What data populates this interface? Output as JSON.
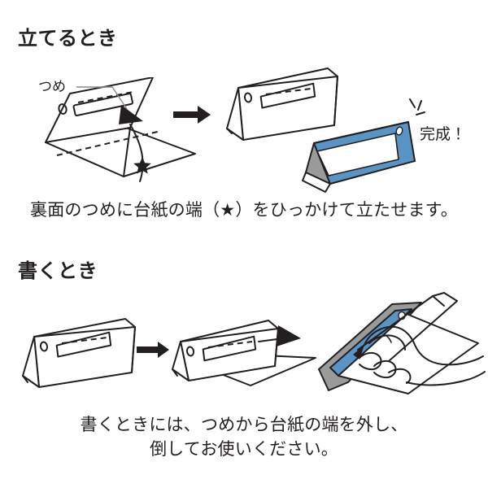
{
  "document": {
    "kind": "instruction-sheet",
    "language": "ja",
    "background_color": "#ffffff",
    "ink_color": "#231f20"
  },
  "sections": [
    {
      "id": "standing",
      "title": "立てるとき",
      "caption": "裏面のつめに台紙の端（★）をひっかけて立たせます。",
      "annotations": {
        "tab_label": "つめ",
        "star_marker": "★",
        "done_label": "完成！"
      },
      "steps": [
        {
          "name": "step-fold-open",
          "description": "開いた台紙のつめに端をひっかける"
        },
        {
          "name": "step-arrow",
          "description": "→"
        },
        {
          "name": "step-standing-white",
          "description": "立った状態の台紙"
        },
        {
          "name": "step-finished-blue",
          "description": "完成した青いカードスタンド"
        }
      ]
    },
    {
      "id": "writing",
      "title": "書くとき",
      "caption_lines": [
        "書くときには、つめから台紙の端を外し、",
        "倒してお使いください。"
      ],
      "steps": [
        {
          "name": "step-standing",
          "description": "立てた状態"
        },
        {
          "name": "step-arrow",
          "description": "→"
        },
        {
          "name": "step-release",
          "description": "つめから端を外す"
        },
        {
          "name": "step-write-hand",
          "description": "倒してペンで書く手"
        }
      ]
    }
  ],
  "colors": {
    "blue": "#5a94c4",
    "blue_dark": "#4a84b4",
    "gray": "#9a9a9a",
    "gray_dark": "#8a8a8a",
    "ink": "#231f20",
    "leader": "#8b8b8b"
  }
}
